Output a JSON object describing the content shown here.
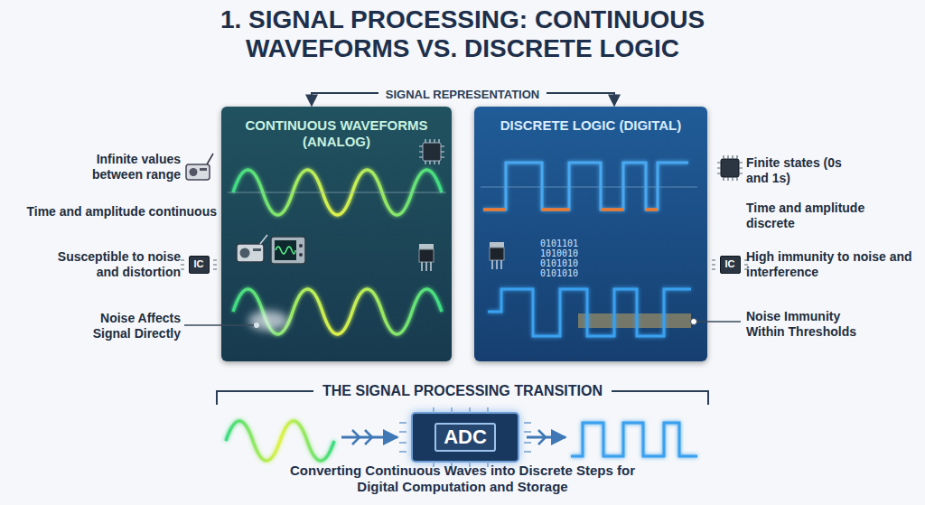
{
  "diagram": {
    "title": "1. SIGNAL PROCESSING: CONTINUOUS WAVEFORMS VS. DISCRETE LOGIC",
    "caption": "Converting Continuous Waves into Discrete Steps for Digital Computation and Storage",
    "nodes": [
      {
        "text": [
          "CONTINUOUS WAVEFORMS (ANALOG)"
        ]
      },
      {
        "text": [
          "DISCRETE LOGIC (DIGITAL)"
        ]
      },
      {
        "text": [
          "IC"
        ]
      },
      {
        "text": [
          "IC"
        ]
      },
      {
        "text": [
          "ADC"
        ]
      }
    ],
    "labels": [
      "SIGNAL REPRESENTATION",
      "Infinite values between range",
      "Time and amplitude continuous",
      "Susceptible to noise and distortion",
      "Noise Affects Signal Directly",
      "Finite states (0s and 1s)",
      "Time and amplitude discrete",
      "High immunity to noise and interference",
      "Noise Immunity Within Thresholds",
      "0101101",
      "1010010",
      "0101010",
      "0101010",
      "THE SIGNAL PROCESSING TRANSITION"
    ]
  }
}
